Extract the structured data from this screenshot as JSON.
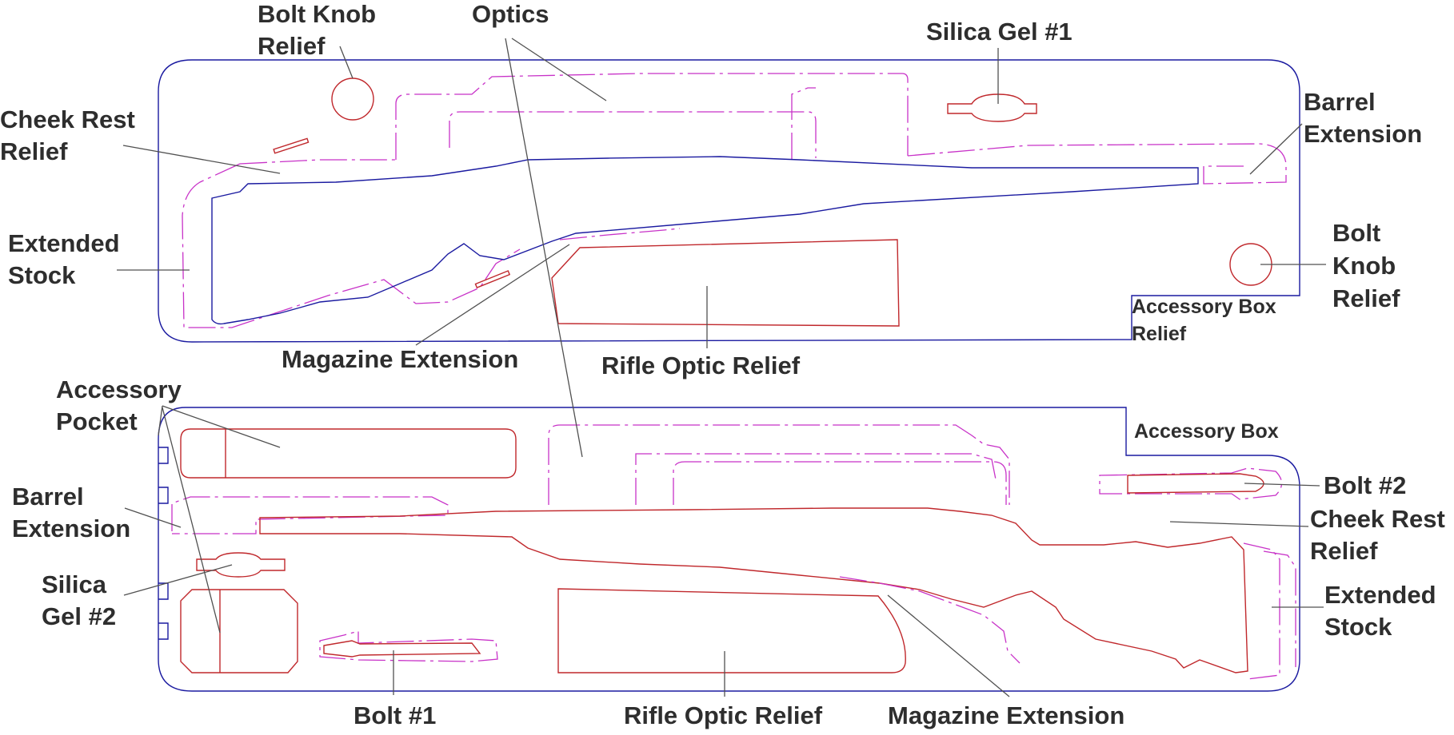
{
  "colors": {
    "case_outline": "#1a1aa0",
    "cut_line": "#c0282c",
    "relief_line": "#c832c8",
    "leader_line": "#505050",
    "label_text": "#2e2e2e"
  },
  "top_panel": {
    "labels": {
      "bolt_knob_relief_1": [
        "Bolt Knob",
        "Relief"
      ],
      "optics": "Optics",
      "silica_gel_1": "Silica Gel #1",
      "cheek_rest_relief": [
        "Cheek Rest",
        "Relief"
      ],
      "barrel_extension": [
        "Barrel",
        "Extension"
      ],
      "extended_stock": [
        "Extended",
        "Stock"
      ],
      "bolt_knob_relief_2": [
        "Bolt",
        "Knob",
        "Relief"
      ],
      "accessory_box_relief": [
        "Accessory Box",
        "Relief"
      ],
      "magazine_extension": "Magazine Extension",
      "rifle_optic_relief": "Rifle Optic Relief"
    }
  },
  "bottom_panel": {
    "labels": {
      "accessory_pocket": [
        "Accessory",
        "Pocket"
      ],
      "accessory_box": "Accessory Box",
      "barrel_extension": [
        "Barrel",
        "Extension"
      ],
      "bolt_2": "Bolt #2",
      "cheek_rest_relief": [
        "Cheek Rest",
        "Relief"
      ],
      "silica_gel_2": [
        "Silica",
        "Gel #2"
      ],
      "extended_stock": [
        "Extended",
        "Stock"
      ],
      "bolt_1": "Bolt #1",
      "rifle_optic_relief": "Rifle Optic Relief",
      "magazine_extension": "Magazine Extension"
    }
  }
}
